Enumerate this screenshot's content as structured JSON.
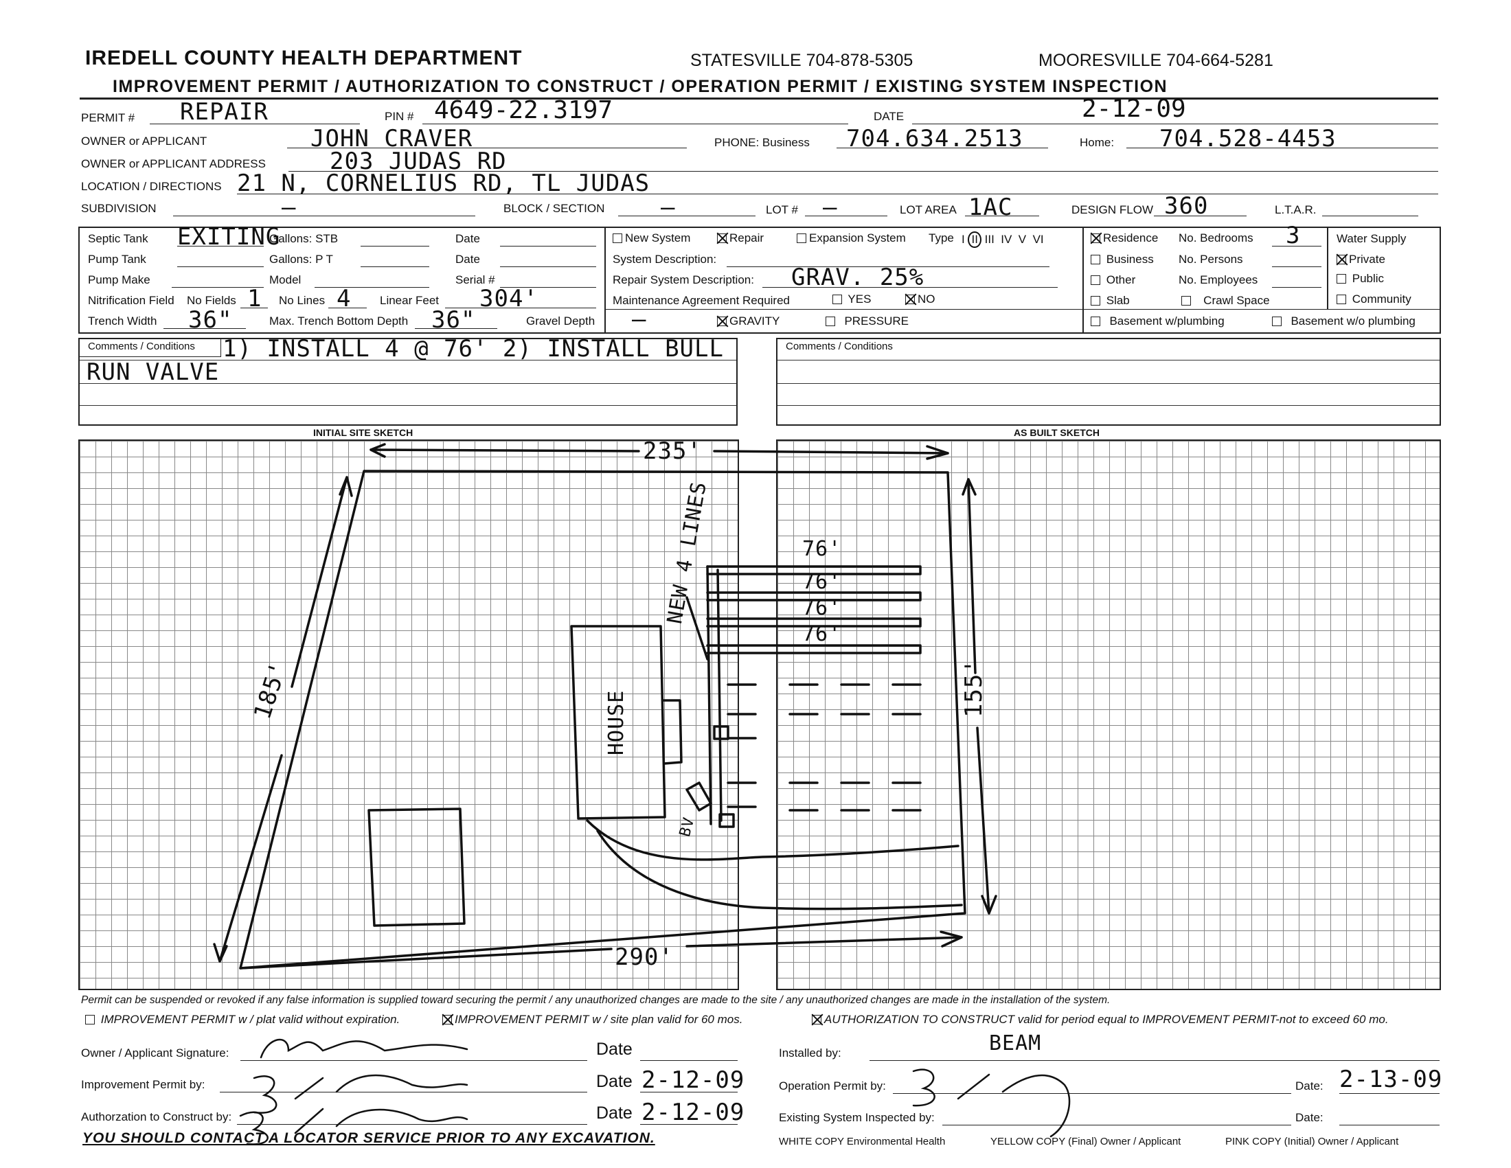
{
  "header": {
    "department": "IREDELL COUNTY HEALTH DEPARTMENT",
    "statesville": "STATESVILLE 704-878-5305",
    "mooresville": "MOORESVILLE 704-664-5281",
    "subtitle": "IMPROVEMENT PERMIT / AUTHORIZATION TO CONSTRUCT / OPERATION PERMIT / EXISTING SYSTEM INSPECTION"
  },
  "permit": {
    "permit_label": "PERMIT #",
    "permit_value": "REPAIR",
    "pin_label": "PIN #",
    "pin_value": "4649-22.3197",
    "date_label": "DATE",
    "date_value": "2-12-09",
    "owner_label": "OWNER or APPLICANT",
    "owner_value": "JOHN CRAVER",
    "phone_business_label": "PHONE: Business",
    "phone_business_value": "704.634.2513",
    "phone_home_label": "Home:",
    "phone_home_value": "704.528-4453",
    "address_label": "OWNER or APPLICANT ADDRESS",
    "address_value": "203 JUDAS RD",
    "location_label": "LOCATION / DIRECTIONS",
    "location_value": "21 N, CORNELIUS RD, TL JUDAS",
    "subdivision_label": "SUBDIVISION",
    "subdivision_value": "—",
    "block_label": "BLOCK / SECTION",
    "block_value": "—",
    "lot_label": "LOT #",
    "lot_value": "—",
    "lot_area_label": "LOT AREA",
    "lot_area_value": "1AC",
    "design_flow_label": "DESIGN FLOW",
    "design_flow_value": "360",
    "ltar_label": "L.T.A.R."
  },
  "septic": {
    "septic_tank_label": "Septic Tank",
    "septic_tank_value": "EXITING",
    "gallons_stb_label": "Gallons: STB",
    "date_label": "Date",
    "pump_tank_label": "Pump Tank",
    "gallons_pt_label": "Gallons: P T",
    "pump_make_label": "Pump Make",
    "model_label": "Model",
    "serial_label": "Serial #",
    "nitrification_label": "Nitrification Field",
    "no_fields_label": "No Fields",
    "no_fields_value": "1",
    "no_lines_label": "No Lines",
    "no_lines_value": "4",
    "linear_feet_label": "Linear Feet",
    "linear_feet_value": "304'",
    "trench_width_label": "Trench Width",
    "trench_width_value": "36\"",
    "max_depth_label": "Max. Trench Bottom Depth",
    "max_depth_value": "36\"",
    "gravel_depth_label": "Gravel Depth",
    "gravel_depth_value": "—"
  },
  "system": {
    "new_system": "New System",
    "repair": "Repair",
    "expansion": "Expansion System",
    "type_label": "Type",
    "types": [
      "I",
      "II",
      "III",
      "IV",
      "V",
      "VI"
    ],
    "system_desc_label": "System Description:",
    "repair_desc_label": "Repair System Description:",
    "repair_desc_value": "GRAV. 25%",
    "maintenance_label": "Maintenance Agreement Required",
    "yes": "YES",
    "no": "NO",
    "gravity": "GRAVITY",
    "pressure": "PRESSURE"
  },
  "building": {
    "residence": "Residence",
    "business": "Business",
    "other": "Other",
    "slab": "Slab",
    "crawl_space": "Crawl Space",
    "bedrooms_label": "No. Bedrooms",
    "bedrooms_value": "3",
    "persons_label": "No. Persons",
    "employees_label": "No. Employees",
    "basement_with": "Basement w/plumbing",
    "basement_without": "Basement w/o plumbing"
  },
  "water": {
    "label": "Water Supply",
    "private": "Private",
    "public": "Public",
    "community": "Community"
  },
  "comments": {
    "label_left": "Comments / Conditions",
    "line1": "1) INSTALL 4 @ 76' 2) INSTALL BULL",
    "line2": "RUN VALVE",
    "label_right": "Comments / Conditions"
  },
  "sketch": {
    "initial_label": "INITIAL SITE SKETCH",
    "as_built_label": "AS BUILT SKETCH",
    "dim_top": "235'",
    "dim_bottom": "290'",
    "dim_left": "185'",
    "dim_right": "155'",
    "new_lines": "NEW 4 LINES",
    "line_len": "76'",
    "house": "HOUSE",
    "box_label": "BV"
  },
  "footer": {
    "disclaimer": "Permit can be suspended or revoked if any false information is supplied toward securing the permit / any unauthorized changes are made to the site / any unauthorized changes are made in the installation of the system.",
    "opt1": "IMPROVEMENT PERMIT w / plat valid without expiration.",
    "opt2": "IMPROVEMENT PERMIT w / site plan valid for 60 mos.",
    "opt3": "AUTHORIZATION TO CONSTRUCT valid for period equal to IMPROVEMENT PERMIT-not to exceed 60 mo.",
    "owner_sig_label": "Owner / Applicant Signature:",
    "improvement_by_label": "Improvement Permit by:",
    "authorization_by_label": "Authorzation to Construct by:",
    "date_label": "Date",
    "improvement_date": "2-12-09",
    "authorization_date": "2-12-09",
    "installed_by_label": "Installed by:",
    "installed_by_value": "BEAM",
    "operation_by_label": "Operation Permit by:",
    "operation_date_label": "Date:",
    "operation_date_value": "2-13-09",
    "existing_label": "Existing System Inspected by:",
    "existing_date_label": "Date:",
    "warning": "YOU SHOULD CONTACT A LOCATOR SERVICE PRIOR TO ANY EXCAVATION.",
    "white_copy": "WHITE COPY  Environmental Health",
    "yellow_copy": "YELLOW  COPY (Final) Owner / Applicant",
    "pink_copy": "PINK COPY (Initial)  Owner / Applicant"
  }
}
